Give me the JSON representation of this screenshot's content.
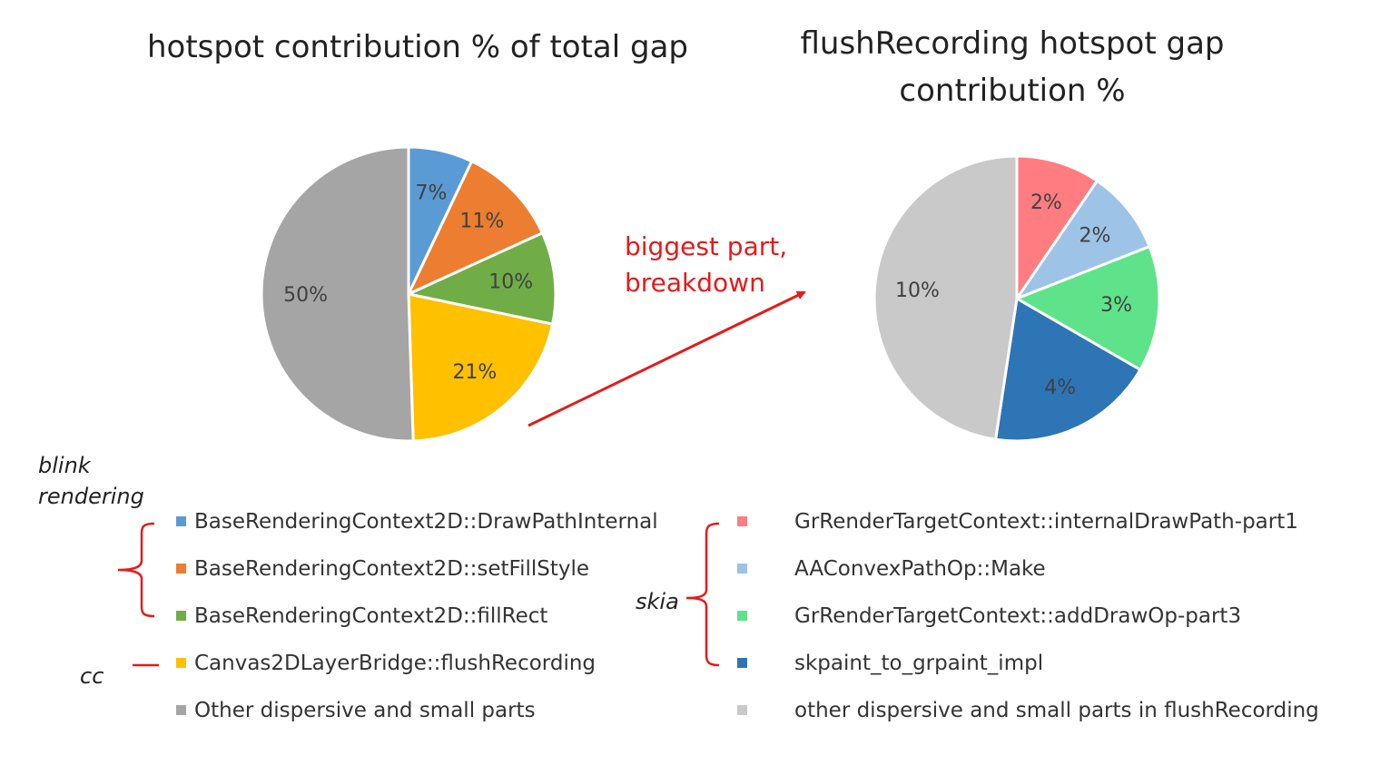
{
  "chart_data": [
    {
      "type": "pie",
      "title": "hotspot contribution % of total gap",
      "categories": [
        "BaseRenderingContext2D::DrawPathInternal",
        "BaseRenderingContext2D::setFillStyle",
        "BaseRenderingContext2D::fillRect",
        "Canvas2DLayerBridge::flushRecording",
        "Other dispersive and small parts"
      ],
      "values": [
        7,
        11,
        10,
        21,
        50
      ],
      "data_labels": [
        "7%",
        "11%",
        "10%",
        "21%",
        "50%"
      ],
      "colors": [
        "#5b9bd5",
        "#ed7d31",
        "#70ad47",
        "#ffc000",
        "#a5a5a5"
      ],
      "legend": "bottom"
    },
    {
      "type": "pie",
      "title": "flushRecording hotspot gap contribution %",
      "categories": [
        "GrRenderTargetContext::internalDrawPath-part1",
        "AAConvexPathOp::Make",
        "GrRenderTargetContext::addDrawOp-part3",
        "skpaint_to_grpaint_impl",
        "other dispersive and small parts in flushRecording"
      ],
      "values": [
        2,
        2,
        3,
        4,
        10
      ],
      "data_labels": [
        "2%",
        "2%",
        "3%",
        "4%",
        "10%"
      ],
      "colors": [
        "#ff7c80",
        "#9dc3e6",
        "#5fe38a",
        "#2e75b6",
        "#c9c9c9"
      ],
      "legend": "bottom"
    }
  ],
  "annotation": {
    "line1": "biggest part,",
    "line2": "breakdown"
  },
  "groups": {
    "blink_line1": "blink",
    "blink_line2": "rendering",
    "cc": "cc",
    "skia": "skia"
  },
  "colors": {
    "annotation": "#e51b1b"
  }
}
